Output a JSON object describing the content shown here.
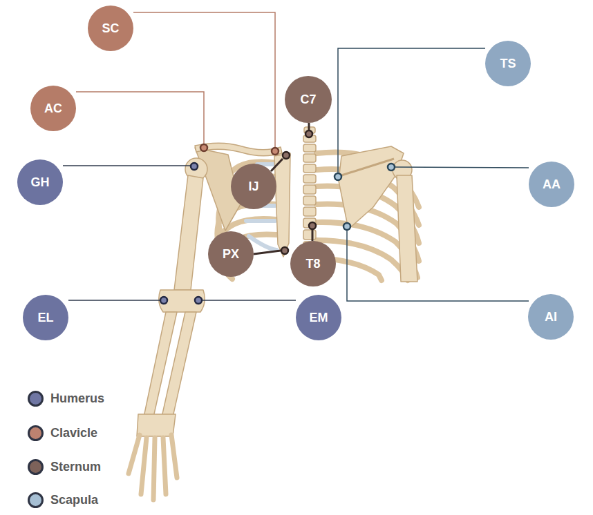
{
  "diagram": {
    "nodes": [
      {
        "text": [
          "SC"
        ]
      },
      {
        "text": [
          "TS"
        ]
      },
      {
        "text": [
          "C7"
        ]
      },
      {
        "text": [
          "AC"
        ]
      },
      {
        "text": [
          "GH"
        ]
      },
      {
        "text": [
          "AA"
        ]
      },
      {
        "text": [
          "IJ"
        ]
      },
      {
        "text": [
          "PX"
        ]
      },
      {
        "text": [
          "T8"
        ]
      },
      {
        "text": [
          "EL"
        ]
      },
      {
        "text": [
          "EM"
        ]
      },
      {
        "text": [
          "AI"
        ]
      }
    ],
    "legend": [
      {
        "text": "Humerus",
        "color": "#6f76a3"
      },
      {
        "text": "Clavicle",
        "color": "#bd8270"
      },
      {
        "text": "Sternum",
        "color": "#7d625a"
      },
      {
        "text": "Scapula",
        "color": "#a6bfd4"
      }
    ]
  }
}
